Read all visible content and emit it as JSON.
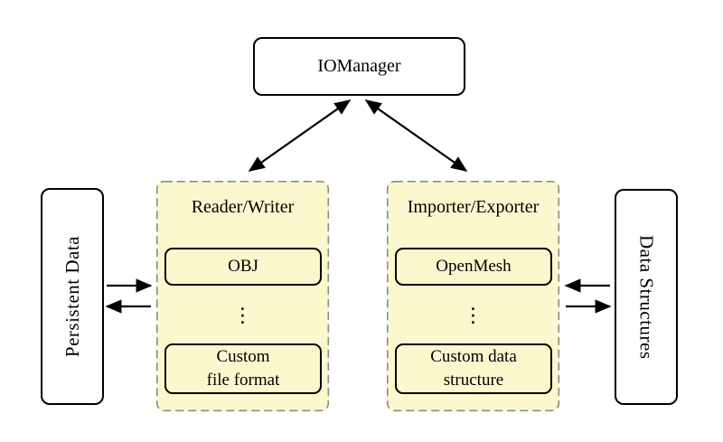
{
  "colors": {
    "background": "#ffffff",
    "group_fill": "#fbf8ce",
    "group_border": "#8a8a8a",
    "node_border": "#000000",
    "node_fill": "#ffffff",
    "arrow": "#000000",
    "text": "#000000"
  },
  "nodes": {
    "io_manager": {
      "label": "IOManager"
    },
    "persistent_data": {
      "label": "Persistent Data"
    },
    "data_structures": {
      "label": "Data Structures"
    }
  },
  "groups": {
    "reader_writer": {
      "title": "Reader/Writer",
      "top_item": "OBJ",
      "ellipsis": "⋮",
      "bottom_item_line1": "Custom",
      "bottom_item_line2": "file format"
    },
    "importer_exporter": {
      "title": "Importer/Exporter",
      "top_item": "OpenMesh",
      "ellipsis": "⋮",
      "bottom_item_line1": "Custom data",
      "bottom_item_line2": "structure"
    }
  }
}
